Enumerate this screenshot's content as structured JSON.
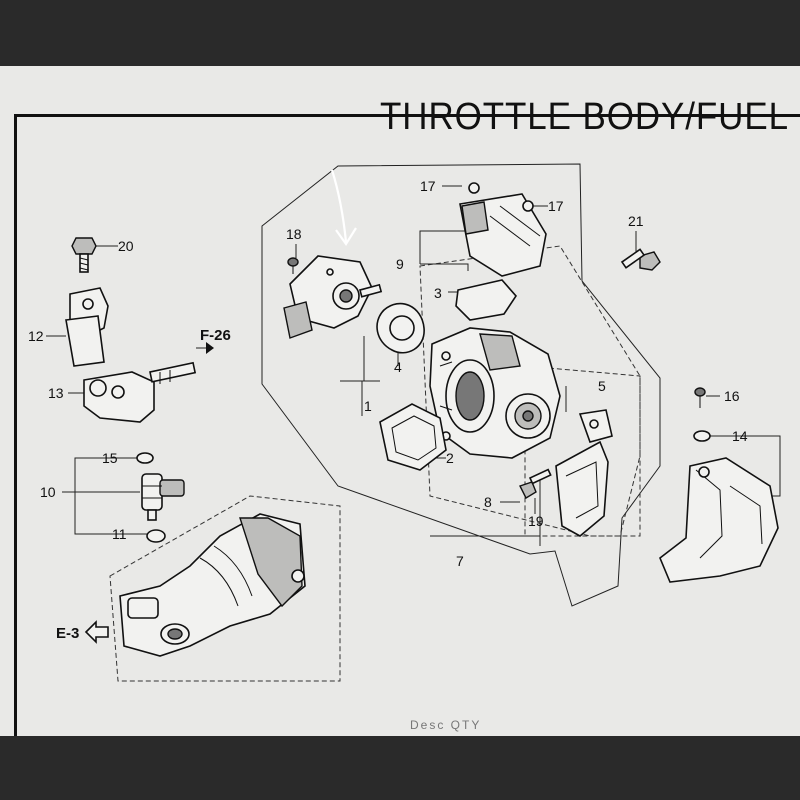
{
  "title": "THROTTLE BODY/FUEL I",
  "footer": "Desc   QTY",
  "callouts": {
    "c1": "1",
    "c2": "2",
    "c3": "3",
    "c4": "4",
    "c5": "5",
    "c7": "7",
    "c8": "8",
    "c9": "9",
    "c10": "10",
    "c11": "11",
    "c12": "12",
    "c13": "13",
    "c14": "14",
    "c15": "15",
    "c16": "16",
    "c17a": "17",
    "c17b": "17",
    "c18": "18",
    "c19": "19",
    "c20": "20",
    "c21": "21"
  },
  "refs": {
    "f26": "F-26",
    "e3": "E-3"
  }
}
